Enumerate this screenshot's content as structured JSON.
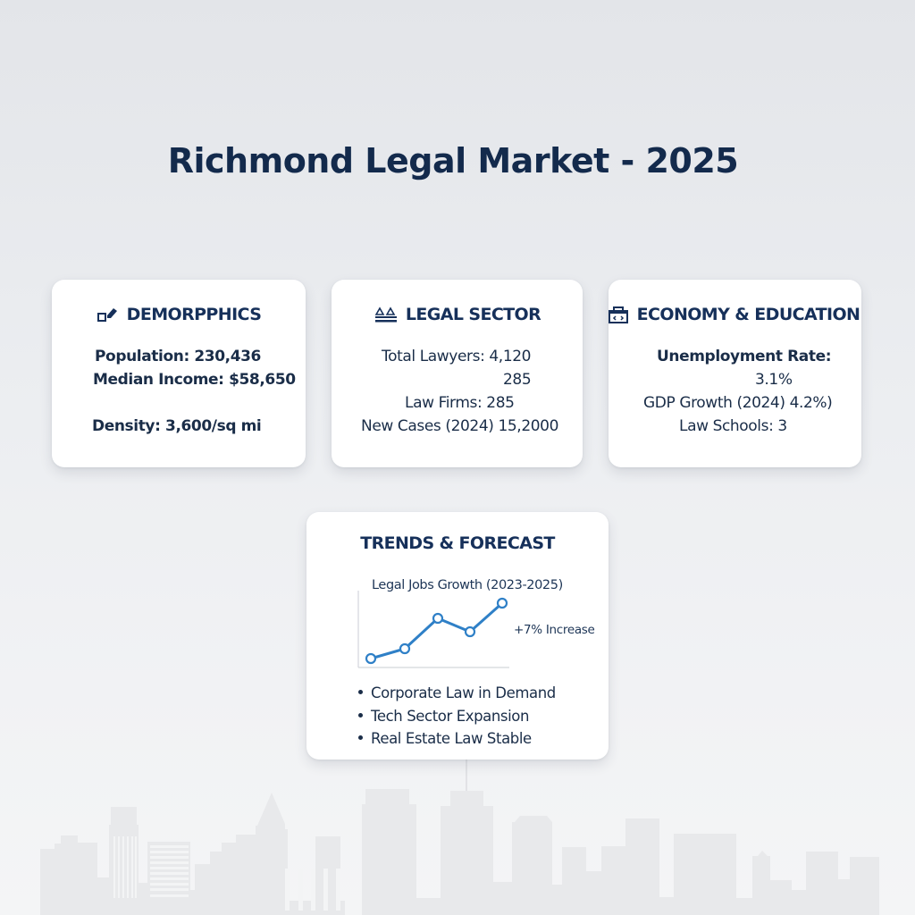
{
  "page": {
    "title": "Richmond Legal Market - 2025"
  },
  "cards": {
    "demographics": {
      "icon": "edit-square-icon",
      "heading": "DEMORPPHICS",
      "lines": [
        "Population: 230,436",
        "Median Income: $58,650",
        "Density: 3,600/sq mi"
      ]
    },
    "legal_sector": {
      "icon": "scales-icon",
      "heading": "LEGAL SECTOR",
      "lines": [
        "Total Lawyers: 4,120",
        "285",
        "Law Firms: 285",
        "New Cases (2024) 15,2000"
      ]
    },
    "economy_education": {
      "icon": "briefcase-icon",
      "heading": "ECONOMY & EDUCATION",
      "lines": [
        "Unemployment Rate:",
        "3.1%",
        "GDP Growth (2024) 4.2%)",
        "Law Schools: 3"
      ]
    },
    "trends": {
      "heading": "TRENDS & FORECAST",
      "chart_title": "Legal Jobs Growth (2023-2025)",
      "chart_note": "+7% Increase",
      "bullets": [
        "Corporate Law in Demand",
        "Tech Sector Expansion",
        "Real Estate Law Stable"
      ]
    }
  },
  "colors": {
    "heading": "#132a4c",
    "line": "#2f80c7",
    "card_bg": "#ffffff",
    "skyline": "#e9eaec"
  },
  "chart_data": {
    "type": "line",
    "title": "Legal Jobs Growth (2023-2025)",
    "xlabel": "",
    "ylabel": "",
    "x": [
      1,
      2,
      3,
      4,
      5
    ],
    "values": [
      1.0,
      2.6,
      6.4,
      4.7,
      8.0
    ],
    "annotation": "+7% Increase",
    "grid": false,
    "axis_ticks": "none"
  }
}
